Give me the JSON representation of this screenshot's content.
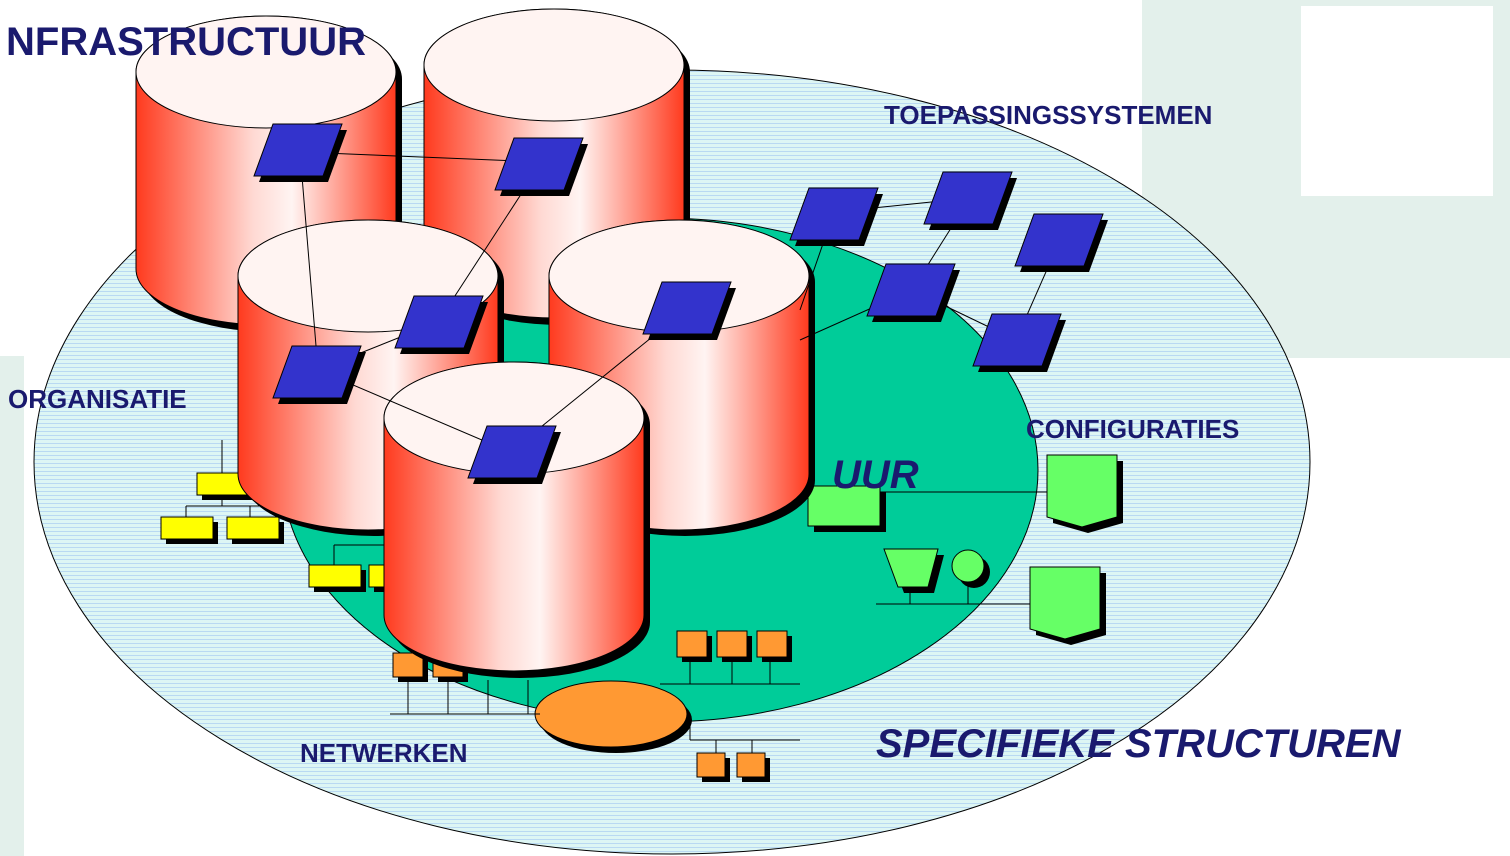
{
  "diagram": {
    "labels": {
      "infrastructure_title": "NFRASTRUCTUUR",
      "application_systems": "TOEPASSINGSSYSTEMEN",
      "organisation": "ORGANISATIE",
      "configurations": "CONFIGURATIES",
      "networks": "NETWERKEN",
      "specific_structures": "SPECIFIEKE STRUCTUREN",
      "partial_center_label": "UUR"
    },
    "colors": {
      "background_panel": "#e3f0eb",
      "outer_ellipse_fill": "#ddf6f4",
      "outer_ellipse_stripe": "#b9d9f2",
      "inner_ellipse": "#00cc99",
      "cylinder_edge": "#ff3a1e",
      "cylinder_highlight": "#fff4f2",
      "node_square": "#3333cc",
      "org_box": "#ffff00",
      "config_shape": "#66ff66",
      "network_node": "#ff9933",
      "label_text": "#1a1a6e"
    },
    "icons": [
      "database-cylinder",
      "application-node",
      "org-chart-box",
      "config-pentagon",
      "network-node",
      "hub-ellipse"
    ]
  }
}
